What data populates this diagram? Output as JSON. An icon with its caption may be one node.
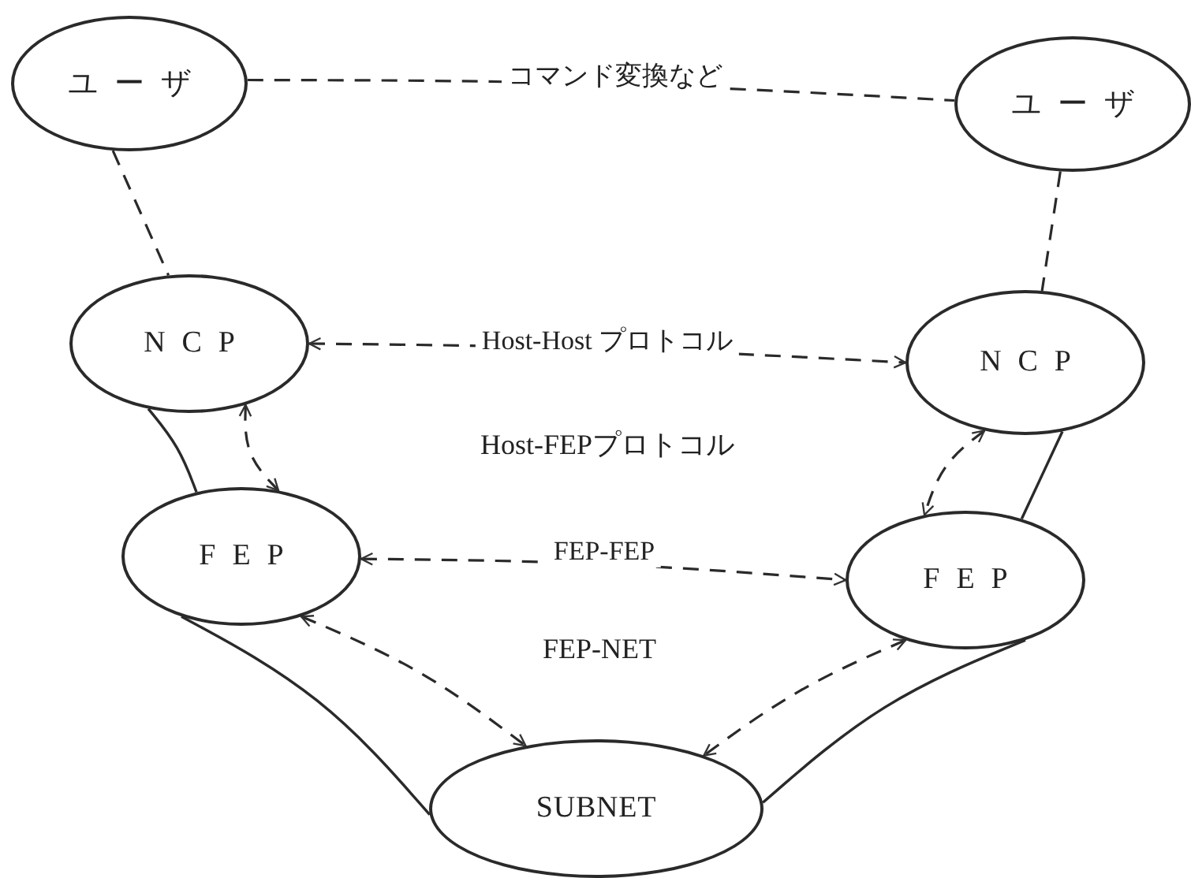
{
  "diagram": {
    "nodes": [
      {
        "text": [
          "ユーザ"
        ]
      },
      {
        "text": [
          "ユーザ"
        ]
      },
      {
        "text": [
          "NCP"
        ]
      },
      {
        "text": [
          "NCP"
        ]
      },
      {
        "text": [
          "FEP"
        ]
      },
      {
        "text": [
          "FEP"
        ]
      },
      {
        "text": [
          "SUBNET"
        ]
      }
    ],
    "edges": [
      {
        "from": 0,
        "to": 1,
        "arrow": "none",
        "style": "dashed",
        "label": "コマンド変換など"
      },
      {
        "from": 0,
        "to": 2,
        "arrow": "none",
        "style": "dashed"
      },
      {
        "from": 1,
        "to": 3,
        "arrow": "none",
        "style": "dashed"
      },
      {
        "from": 2,
        "to": 3,
        "arrow": "both",
        "style": "dashed",
        "label": "Host-Host プロトコル"
      },
      {
        "from": 2,
        "to": 4,
        "arrow": "none"
      },
      {
        "from": 2,
        "to": 4,
        "arrow": "both",
        "style": "dashed"
      },
      {
        "from": 3,
        "to": 5,
        "arrow": "none"
      },
      {
        "from": 3,
        "to": 5,
        "arrow": "both",
        "style": "dashed"
      },
      {
        "from": 4,
        "to": 5,
        "arrow": "both",
        "style": "dashed",
        "label": "FEP-FEP"
      },
      {
        "from": 4,
        "to": 6,
        "arrow": "none"
      },
      {
        "from": 4,
        "to": 6,
        "arrow": "both",
        "style": "dashed"
      },
      {
        "from": 5,
        "to": 6,
        "arrow": "none"
      },
      {
        "from": 5,
        "to": 6,
        "arrow": "both",
        "style": "dashed"
      }
    ],
    "labels": [
      "Host-FEPプロトコル",
      "FEP-NET"
    ]
  }
}
